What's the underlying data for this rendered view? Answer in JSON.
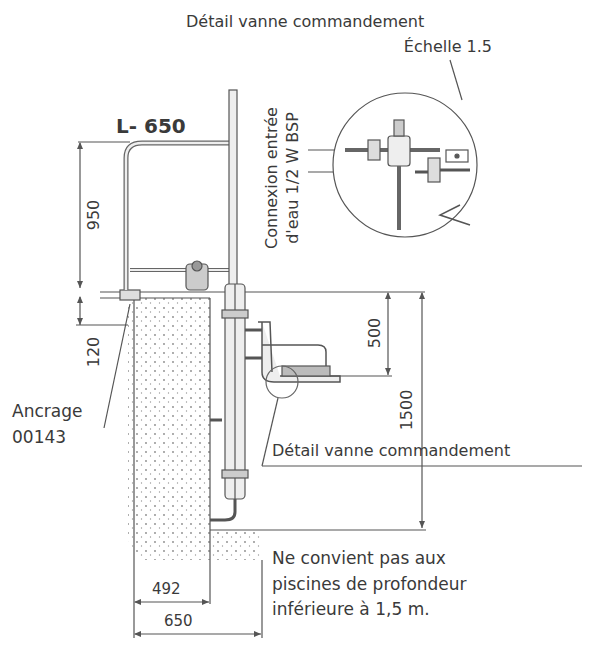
{
  "diagram": {
    "labels": [
      "Détail vanne commandement",
      "Échelle 1.5",
      "L- 650",
      "950",
      "120",
      "Ancrage 00143",
      "Connexion entrée d'eau 1/2 W BSP",
      "500",
      "1500",
      "Détail vanne commandement",
      "492",
      "650",
      "Ne convient pas aux piscines de profondeur inférieure à 1,5 m."
    ]
  }
}
